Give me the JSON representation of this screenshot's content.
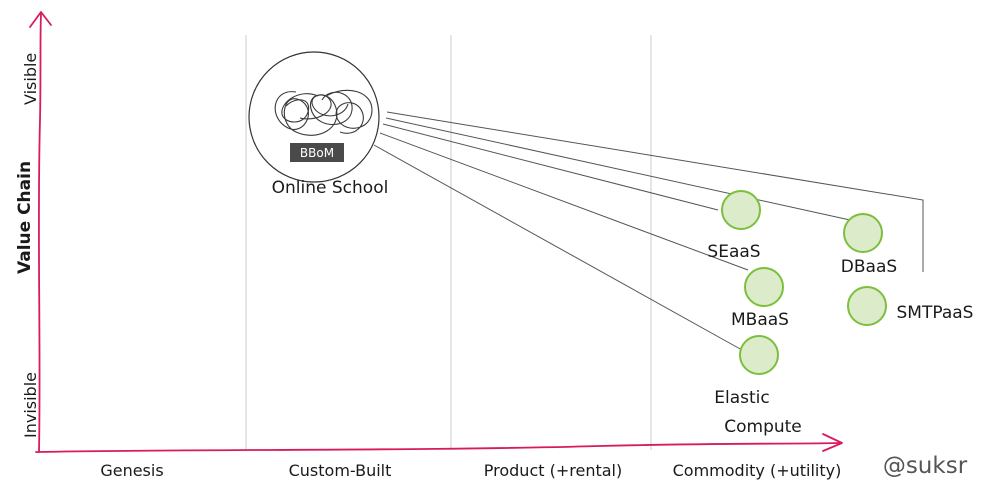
{
  "axes": {
    "y_title": "Value Chain",
    "y_top": "Visible",
    "y_bottom": "Invisible",
    "x_stages": [
      "Genesis",
      "Custom-Built",
      "Product (+rental)",
      "Commodity (+utility)"
    ]
  },
  "main_component": {
    "badge": "BBoM",
    "label": "Online School"
  },
  "components": [
    {
      "id": "seaas",
      "label": "SEaaS"
    },
    {
      "id": "mbaas",
      "label": "MBaaS"
    },
    {
      "id": "dbaas",
      "label": "DBaaS"
    },
    {
      "id": "smtpaas",
      "label": "SMTPaaS"
    },
    {
      "id": "elastic",
      "label_line1": "Elastic",
      "label_line2": "Compute"
    }
  ],
  "credit": "@suksr",
  "colors": {
    "axis": "#d81b60",
    "component_fill": "#dcebc9",
    "component_stroke": "#7cbf3d",
    "badge_bg": "#4a4a4a"
  }
}
